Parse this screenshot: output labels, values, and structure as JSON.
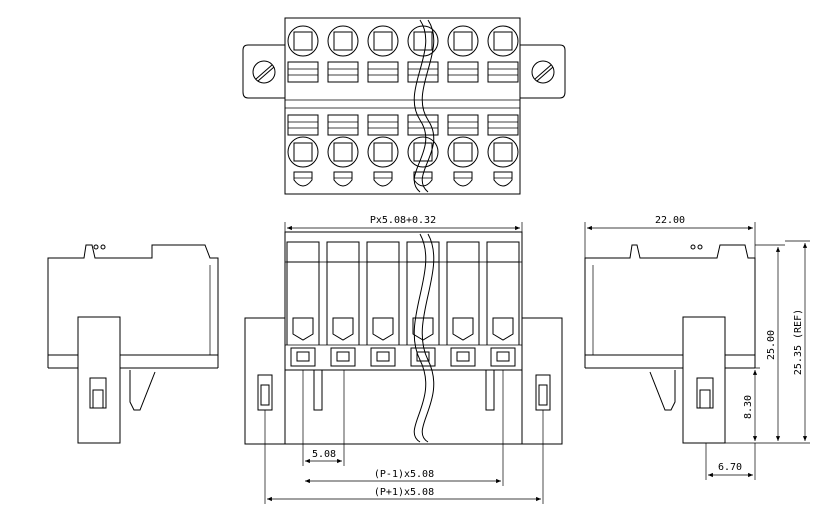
{
  "drawing": {
    "views": [
      "top-view",
      "left-side-view",
      "front-view",
      "right-side-view"
    ],
    "positions": 6
  },
  "dimensions": {
    "overall_width": "Px5.08+0.32",
    "pitch": "5.08",
    "pin_span": "(P-1)x5.08",
    "flange_span": "(P+1)x5.08",
    "depth": "22.00",
    "height": "25.00",
    "height_ref": "25.35 (REF)",
    "lower_height": "8.30",
    "foot_width": "6.70"
  }
}
